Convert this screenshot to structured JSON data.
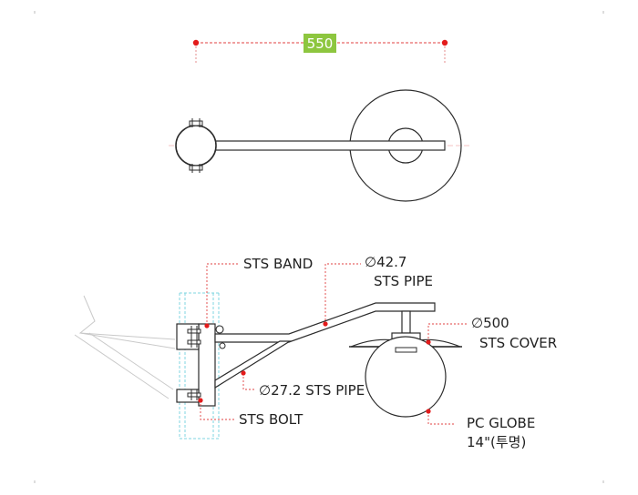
{
  "top_view": {
    "dimension_label": "550"
  },
  "side_view": {
    "labels": {
      "sts_band": "STS BAND",
      "pipe_dia": "∅42.7",
      "pipe_name": "STS PIPE",
      "cover_dia": "∅500",
      "cover_name": "STS COVER",
      "brace_pipe": "∅27.2 STS PIPE",
      "sts_bolt": "STS BOLT",
      "globe_name": "PC GLOBE",
      "globe_size": "14\"(투명)"
    }
  },
  "colors": {
    "line": "#2b2b2b",
    "callout": "#e04040",
    "dim_point": "#e31b1b",
    "dim_badge": "#8dc63f",
    "cyan": "#7fd6e0"
  }
}
